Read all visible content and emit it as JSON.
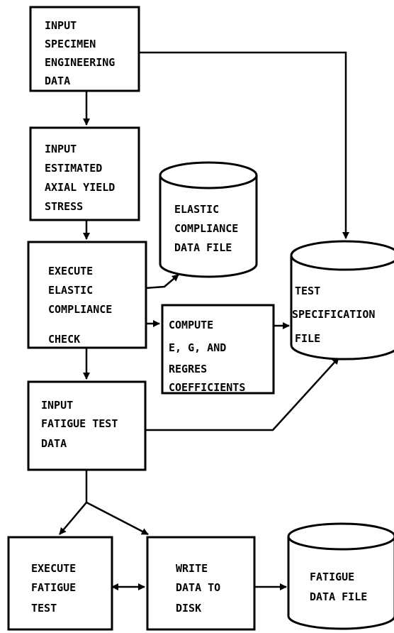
{
  "nodes": [
    {
      "id": "input-specimen",
      "type": "process",
      "lines": [
        "INPUT",
        "SPECIMEN",
        "ENGINEERING",
        "DATA"
      ]
    },
    {
      "id": "input-yield",
      "type": "process",
      "lines": [
        "INPUT",
        "ESTIMATED",
        "AXIAL YIELD",
        "STRESS"
      ]
    },
    {
      "id": "elastic-file",
      "type": "datastore",
      "lines": [
        "ELASTIC",
        "COMPLIANCE",
        "DATA FILE"
      ]
    },
    {
      "id": "execute-elastic",
      "type": "process",
      "lines": [
        "EXECUTE",
        "ELASTIC",
        "COMPLIANCE",
        "CHECK"
      ]
    },
    {
      "id": "compute",
      "type": "process",
      "lines": [
        "COMPUTE",
        "E, G, AND",
        "REGRES",
        "COEFFICIENTS"
      ]
    },
    {
      "id": "test-spec-file",
      "type": "datastore",
      "lines": [
        "TEST",
        "SPECIFICATION",
        "FILE"
      ]
    },
    {
      "id": "input-fatigue",
      "type": "process",
      "lines": [
        "INPUT",
        "FATIGUE TEST",
        "DATA"
      ]
    },
    {
      "id": "execute-fatigue",
      "type": "process",
      "lines": [
        "EXECUTE",
        "FATIGUE",
        "TEST"
      ]
    },
    {
      "id": "write-data",
      "type": "process",
      "lines": [
        "WRITE",
        "DATA TO",
        "DISK"
      ]
    },
    {
      "id": "fatigue-file",
      "type": "datastore",
      "lines": [
        "FATIGUE",
        "DATA FILE"
      ]
    }
  ],
  "edges": [
    {
      "from": "input-specimen",
      "to": "input-yield"
    },
    {
      "from": "input-specimen",
      "to": "test-spec-file"
    },
    {
      "from": "input-yield",
      "to": "execute-elastic"
    },
    {
      "from": "execute-elastic",
      "to": "elastic-file"
    },
    {
      "from": "execute-elastic",
      "to": "compute"
    },
    {
      "from": "compute",
      "to": "test-spec-file"
    },
    {
      "from": "execute-elastic",
      "to": "input-fatigue"
    },
    {
      "from": "input-fatigue",
      "to": "test-spec-file"
    },
    {
      "from": "input-fatigue",
      "to": "execute-fatigue"
    },
    {
      "from": "input-fatigue",
      "to": "write-data"
    },
    {
      "from": "execute-fatigue",
      "to": "write-data",
      "bidirectional": true
    },
    {
      "from": "write-data",
      "to": "fatigue-file"
    }
  ]
}
